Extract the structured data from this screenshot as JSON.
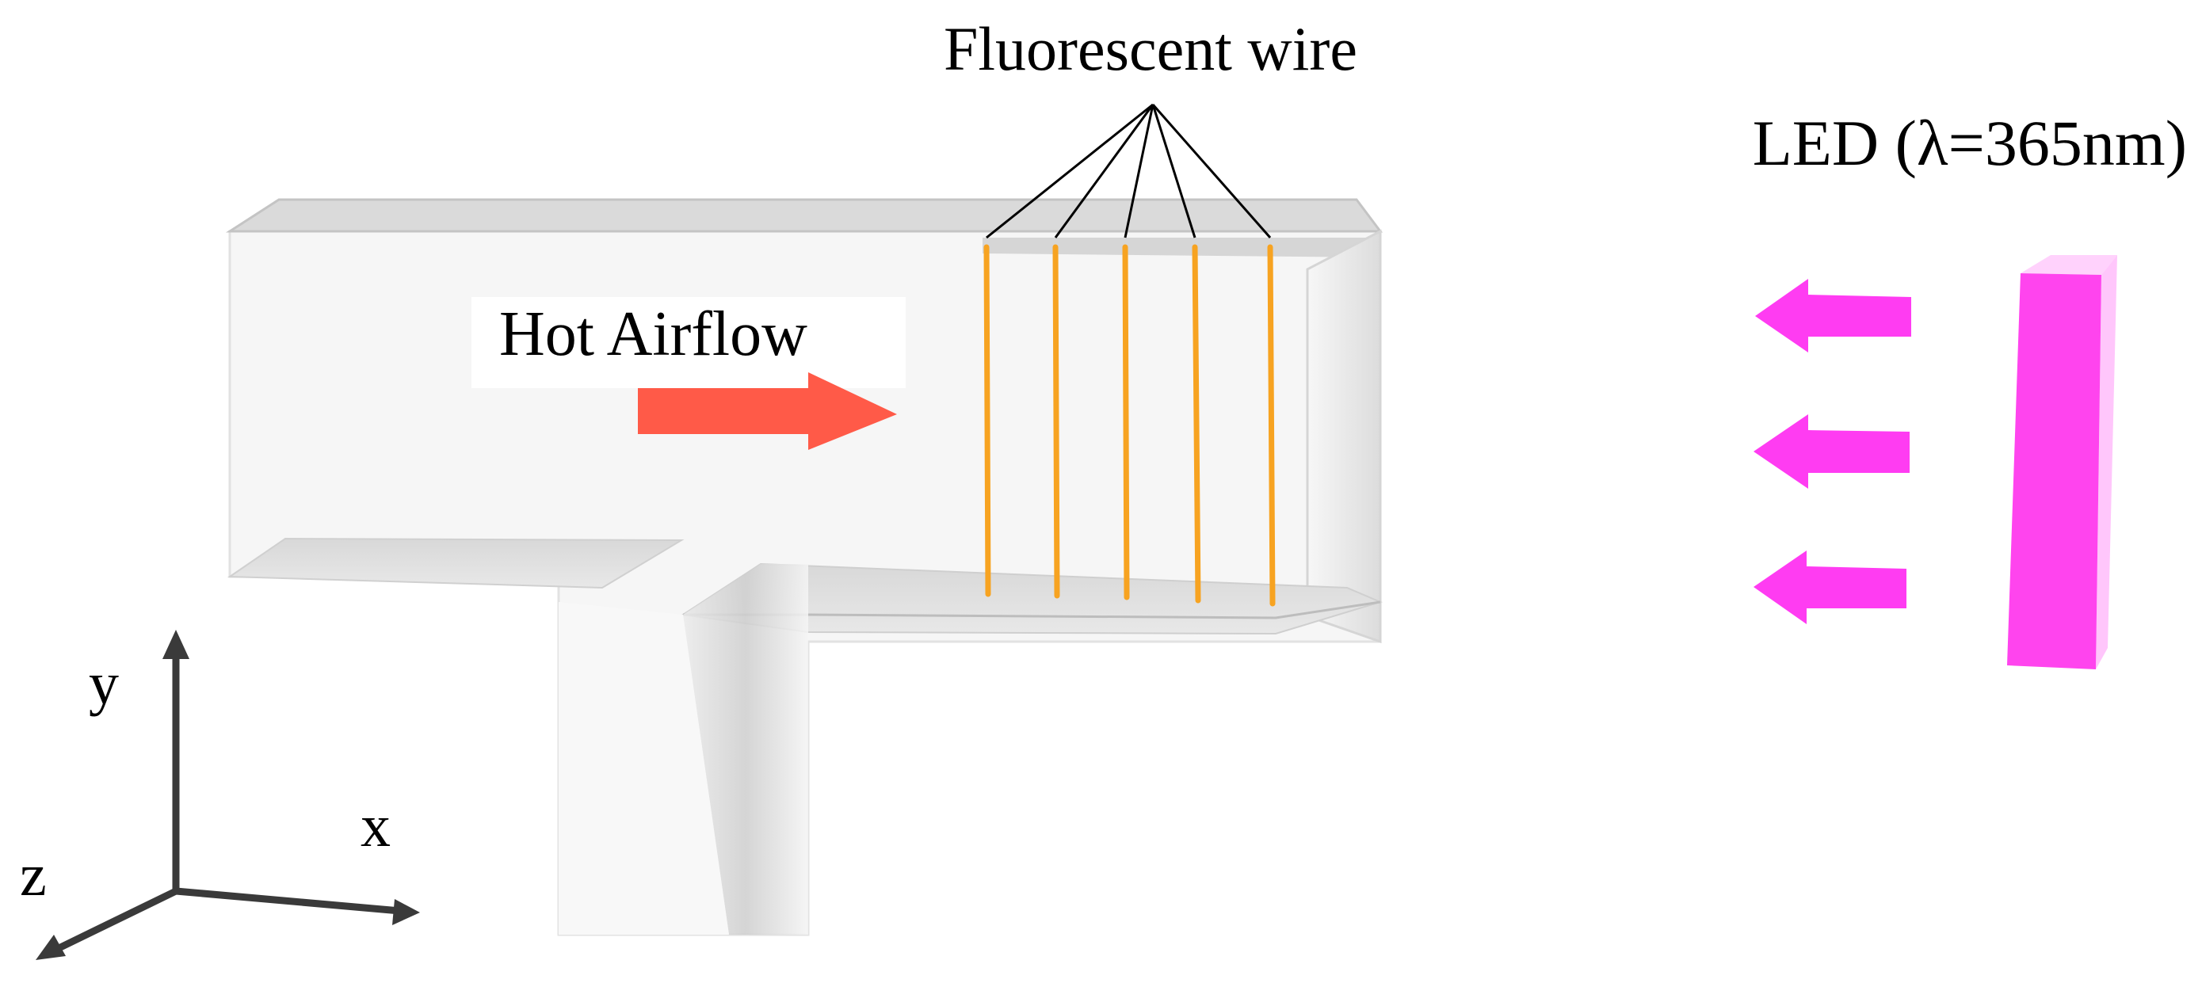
{
  "labels": {
    "fluorescent_wire": "Fluorescent wire",
    "led": "LED (λ=365nm)",
    "hot_airflow": "Hot Airflow",
    "axis_x": "x",
    "axis_y": "y",
    "axis_z": "z"
  },
  "colors": {
    "airflow_arrow": "#ff5a48",
    "led_arrows": "#ff3cf2",
    "led_body": "#ff44ee",
    "led_edge": "#ffc6fb",
    "wire": "#f7a321",
    "duct_fill": "#f4f4f4",
    "duct_edge": "#d2d2d2",
    "axis": "#3a3a3a"
  },
  "wire_count": 5,
  "led_arrow_count": 3
}
